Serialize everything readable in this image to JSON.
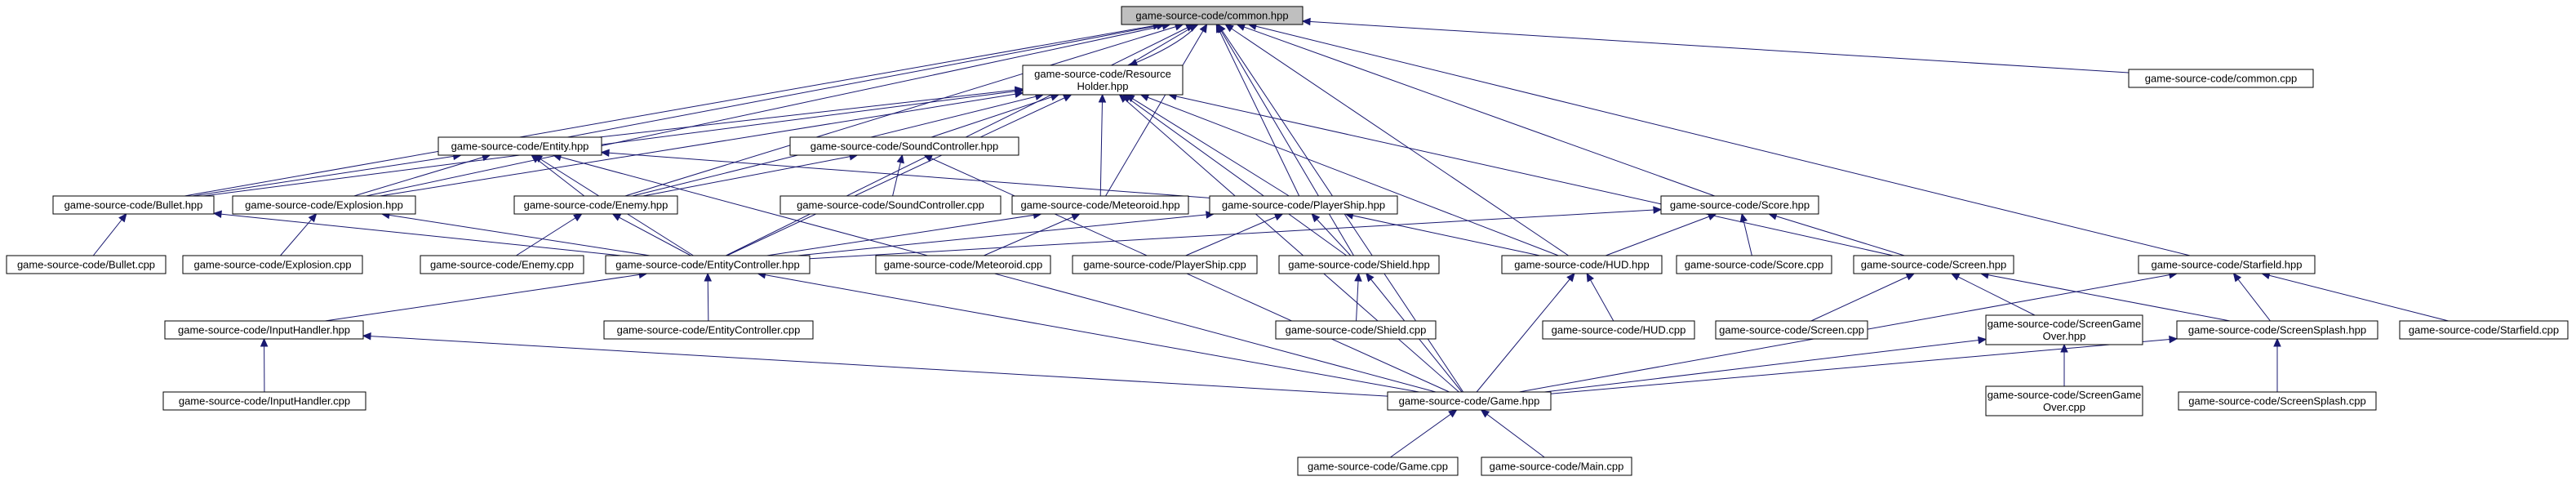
{
  "diagram": {
    "type": "include-dependency-graph",
    "colors": {
      "edge": "#191970",
      "root_fill": "#bfbfbf",
      "node_fill": "#ffffff",
      "node_border": "#000000"
    },
    "nodes": [
      {
        "id": "common_hpp",
        "lines": [
          "game-source-code/common.hpp"
        ],
        "root": true
      },
      {
        "id": "resourceholder_hpp",
        "lines": [
          "game-source-code/Resource",
          "Holder.hpp"
        ]
      },
      {
        "id": "common_cpp",
        "lines": [
          "game-source-code/common.cpp"
        ]
      },
      {
        "id": "entity_hpp",
        "lines": [
          "game-source-code/Entity.hpp"
        ]
      },
      {
        "id": "soundcontroller_hpp",
        "lines": [
          "game-source-code/SoundController.hpp"
        ]
      },
      {
        "id": "bullet_hpp",
        "lines": [
          "game-source-code/Bullet.hpp"
        ]
      },
      {
        "id": "explosion_hpp",
        "lines": [
          "game-source-code/Explosion.hpp"
        ]
      },
      {
        "id": "enemy_hpp",
        "lines": [
          "game-source-code/Enemy.hpp"
        ]
      },
      {
        "id": "soundcontroller_cpp",
        "lines": [
          "game-source-code/SoundController.cpp"
        ]
      },
      {
        "id": "meteoroid_hpp",
        "lines": [
          "game-source-code/Meteoroid.hpp"
        ]
      },
      {
        "id": "playership_hpp",
        "lines": [
          "game-source-code/PlayerShip.hpp"
        ]
      },
      {
        "id": "score_hpp",
        "lines": [
          "game-source-code/Score.hpp"
        ]
      },
      {
        "id": "bullet_cpp",
        "lines": [
          "game-source-code/Bullet.cpp"
        ]
      },
      {
        "id": "explosion_cpp",
        "lines": [
          "game-source-code/Explosion.cpp"
        ]
      },
      {
        "id": "enemy_cpp",
        "lines": [
          "game-source-code/Enemy.cpp"
        ]
      },
      {
        "id": "entitycontroller_hpp",
        "lines": [
          "game-source-code/EntityController.hpp"
        ]
      },
      {
        "id": "meteoroid_cpp",
        "lines": [
          "game-source-code/Meteoroid.cpp"
        ]
      },
      {
        "id": "playership_cpp",
        "lines": [
          "game-source-code/PlayerShip.cpp"
        ]
      },
      {
        "id": "shield_hpp",
        "lines": [
          "game-source-code/Shield.hpp"
        ]
      },
      {
        "id": "hud_hpp",
        "lines": [
          "game-source-code/HUD.hpp"
        ]
      },
      {
        "id": "score_cpp",
        "lines": [
          "game-source-code/Score.cpp"
        ]
      },
      {
        "id": "screen_hpp",
        "lines": [
          "game-source-code/Screen.hpp"
        ]
      },
      {
        "id": "starfield_hpp",
        "lines": [
          "game-source-code/Starfield.hpp"
        ]
      },
      {
        "id": "inputhandler_hpp",
        "lines": [
          "game-source-code/InputHandler.hpp"
        ]
      },
      {
        "id": "entitycontroller_cpp",
        "lines": [
          "game-source-code/EntityController.cpp"
        ]
      },
      {
        "id": "shield_cpp",
        "lines": [
          "game-source-code/Shield.cpp"
        ]
      },
      {
        "id": "hud_cpp",
        "lines": [
          "game-source-code/HUD.cpp"
        ]
      },
      {
        "id": "screen_cpp",
        "lines": [
          "game-source-code/Screen.cpp"
        ]
      },
      {
        "id": "screengameover_hpp",
        "lines": [
          "game-source-code/ScreenGame",
          "Over.hpp"
        ]
      },
      {
        "id": "screensplash_hpp",
        "lines": [
          "game-source-code/ScreenSplash.hpp"
        ]
      },
      {
        "id": "starfield_cpp",
        "lines": [
          "game-source-code/Starfield.cpp"
        ]
      },
      {
        "id": "inputhandler_cpp",
        "lines": [
          "game-source-code/InputHandler.cpp"
        ]
      },
      {
        "id": "game_hpp",
        "lines": [
          "game-source-code/Game.hpp"
        ]
      },
      {
        "id": "screengameover_cpp",
        "lines": [
          "game-source-code/ScreenGame",
          "Over.cpp"
        ]
      },
      {
        "id": "screensplash_cpp",
        "lines": [
          "game-source-code/ScreenSplash.cpp"
        ]
      },
      {
        "id": "game_cpp",
        "lines": [
          "game-source-code/Game.cpp"
        ]
      },
      {
        "id": "main_cpp",
        "lines": [
          "game-source-code/Main.cpp"
        ]
      }
    ],
    "edges": [
      [
        "resourceholder_hpp",
        "common_hpp"
      ],
      [
        "common_hpp",
        "resourceholder_hpp"
      ],
      [
        "common_cpp",
        "common_hpp"
      ],
      [
        "entity_hpp",
        "common_hpp"
      ],
      [
        "bullet_hpp",
        "common_hpp"
      ],
      [
        "explosion_hpp",
        "common_hpp"
      ],
      [
        "enemy_hpp",
        "common_hpp"
      ],
      [
        "meteoroid_hpp",
        "common_hpp"
      ],
      [
        "playership_hpp",
        "common_hpp"
      ],
      [
        "score_hpp",
        "common_hpp"
      ],
      [
        "entitycontroller_hpp",
        "common_hpp"
      ],
      [
        "shield_hpp",
        "common_hpp"
      ],
      [
        "hud_hpp",
        "common_hpp"
      ],
      [
        "starfield_hpp",
        "common_hpp"
      ],
      [
        "game_hpp",
        "common_hpp"
      ],
      [
        "entity_hpp",
        "resourceholder_hpp"
      ],
      [
        "soundcontroller_hpp",
        "resourceholder_hpp"
      ],
      [
        "bullet_hpp",
        "resourceholder_hpp"
      ],
      [
        "explosion_hpp",
        "resourceholder_hpp"
      ],
      [
        "enemy_hpp",
        "resourceholder_hpp"
      ],
      [
        "meteoroid_hpp",
        "resourceholder_hpp"
      ],
      [
        "playership_hpp",
        "resourceholder_hpp"
      ],
      [
        "entitycontroller_hpp",
        "resourceholder_hpp"
      ],
      [
        "shield_hpp",
        "resourceholder_hpp"
      ],
      [
        "hud_hpp",
        "resourceholder_hpp"
      ],
      [
        "screen_hpp",
        "resourceholder_hpp"
      ],
      [
        "game_hpp",
        "resourceholder_hpp"
      ],
      [
        "bullet_hpp",
        "entity_hpp"
      ],
      [
        "explosion_hpp",
        "entity_hpp"
      ],
      [
        "enemy_hpp",
        "entity_hpp"
      ],
      [
        "playership_hpp",
        "entity_hpp"
      ],
      [
        "entitycontroller_hpp",
        "entity_hpp"
      ],
      [
        "game_hpp",
        "entity_hpp"
      ],
      [
        "soundcontroller_cpp",
        "soundcontroller_hpp"
      ],
      [
        "enemy_hpp",
        "soundcontroller_hpp"
      ],
      [
        "game_hpp",
        "soundcontroller_hpp"
      ],
      [
        "bullet_cpp",
        "bullet_hpp"
      ],
      [
        "entitycontroller_hpp",
        "bullet_hpp"
      ],
      [
        "explosion_cpp",
        "explosion_hpp"
      ],
      [
        "entitycontroller_hpp",
        "explosion_hpp"
      ],
      [
        "enemy_cpp",
        "enemy_hpp"
      ],
      [
        "entitycontroller_hpp",
        "enemy_hpp"
      ],
      [
        "meteoroid_cpp",
        "meteoroid_hpp"
      ],
      [
        "entitycontroller_hpp",
        "meteoroid_hpp"
      ],
      [
        "playership_cpp",
        "playership_hpp"
      ],
      [
        "shield_hpp",
        "playership_hpp"
      ],
      [
        "hud_hpp",
        "playership_hpp"
      ],
      [
        "entitycontroller_hpp",
        "playership_hpp"
      ],
      [
        "score_cpp",
        "score_hpp"
      ],
      [
        "hud_hpp",
        "score_hpp"
      ],
      [
        "screen_hpp",
        "score_hpp"
      ],
      [
        "entitycontroller_hpp",
        "score_hpp"
      ],
      [
        "entitycontroller_cpp",
        "entitycontroller_hpp"
      ],
      [
        "inputhandler_hpp",
        "entitycontroller_hpp"
      ],
      [
        "game_hpp",
        "entitycontroller_hpp"
      ],
      [
        "shield_cpp",
        "shield_hpp"
      ],
      [
        "game_hpp",
        "shield_hpp"
      ],
      [
        "hud_cpp",
        "hud_hpp"
      ],
      [
        "game_hpp",
        "hud_hpp"
      ],
      [
        "screen_cpp",
        "screen_hpp"
      ],
      [
        "screengameover_hpp",
        "screen_hpp"
      ],
      [
        "screensplash_hpp",
        "screen_hpp"
      ],
      [
        "starfield_cpp",
        "starfield_hpp"
      ],
      [
        "screensplash_hpp",
        "starfield_hpp"
      ],
      [
        "game_hpp",
        "starfield_hpp"
      ],
      [
        "inputhandler_cpp",
        "inputhandler_hpp"
      ],
      [
        "game_hpp",
        "inputhandler_hpp"
      ],
      [
        "screengameover_cpp",
        "screengameover_hpp"
      ],
      [
        "game_hpp",
        "screengameover_hpp"
      ],
      [
        "screensplash_cpp",
        "screensplash_hpp"
      ],
      [
        "game_hpp",
        "screensplash_hpp"
      ],
      [
        "game_cpp",
        "game_hpp"
      ],
      [
        "main_cpp",
        "game_hpp"
      ]
    ]
  }
}
